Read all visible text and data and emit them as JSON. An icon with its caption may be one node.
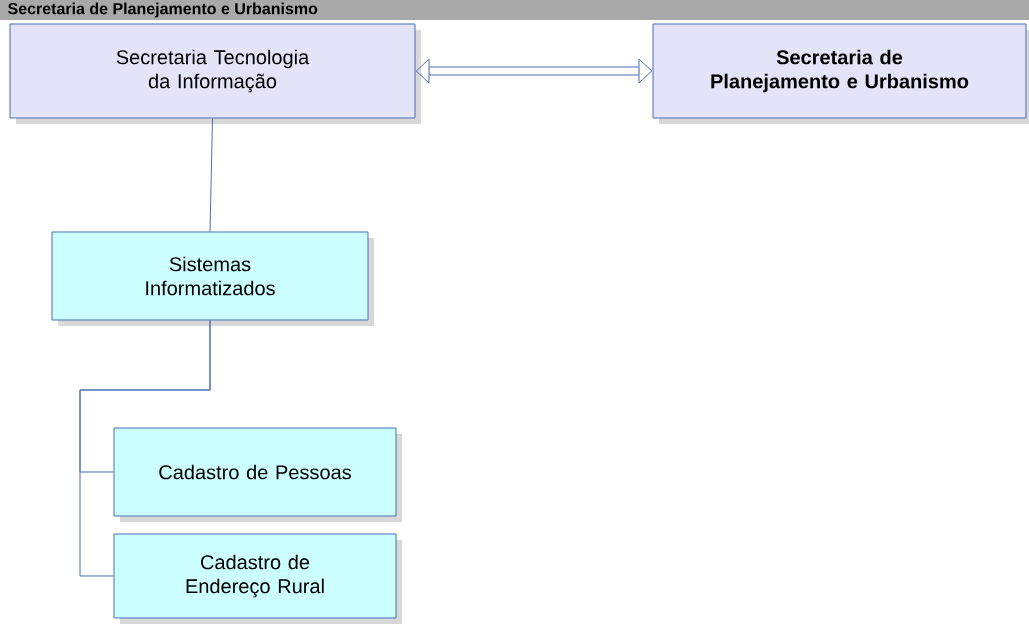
{
  "diagram": {
    "title": "Secretaria de Planejamento e Urbanismo",
    "nodes": [
      {
        "text": [
          "Secretaria Tecnologia da Informação"
        ]
      },
      {
        "text": [
          "**Secretaria de Planejamento e Urbanismo**"
        ]
      },
      {
        "text": [
          "Sistemas Informatizados"
        ]
      },
      {
        "text": [
          "Cadastro de Pessoas"
        ]
      },
      {
        "text": [
          "Cadastro de Endereço Rural"
        ]
      }
    ],
    "edges": [
      {
        "from": 0,
        "to": 1,
        "arrow": "both",
        "style": "thick"
      },
      {
        "from": 0,
        "to": 2,
        "arrow": "none"
      },
      {
        "from": 2,
        "to": 3,
        "arrow": "none"
      },
      {
        "from": 2,
        "to": 4,
        "arrow": "none"
      }
    ]
  }
}
